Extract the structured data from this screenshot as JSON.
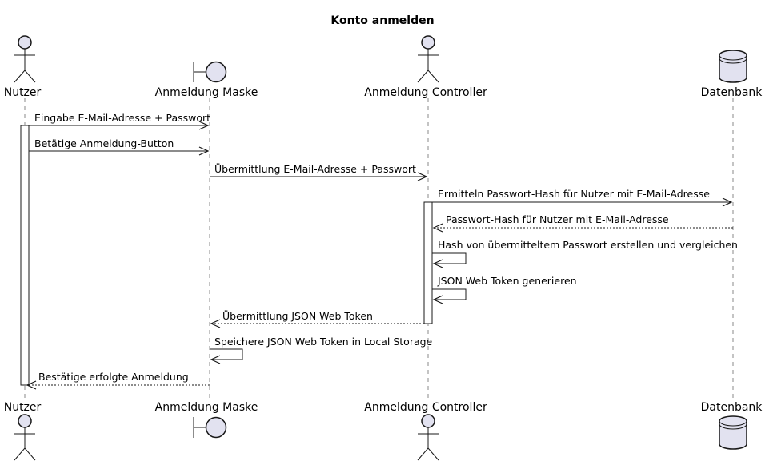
{
  "title": "Konto anmelden",
  "participants": [
    {
      "id": "nutzer",
      "label": "Nutzer",
      "type": "actor"
    },
    {
      "id": "maske",
      "label": "Anmeldung Maske",
      "type": "boundary"
    },
    {
      "id": "controller",
      "label": "Anmeldung Controller",
      "type": "actor"
    },
    {
      "id": "db",
      "label": "Datenbank",
      "type": "database"
    }
  ],
  "messages": [
    {
      "from": "nutzer",
      "to": "maske",
      "label": "Eingabe E-Mail-Adresse + Passwort",
      "style": "solid"
    },
    {
      "from": "nutzer",
      "to": "maske",
      "label": "Betätige Anmeldung-Button",
      "style": "solid"
    },
    {
      "from": "maske",
      "to": "controller",
      "label": "Übermittlung E-Mail-Adresse + Passwort",
      "style": "solid"
    },
    {
      "from": "controller",
      "to": "db",
      "label": "Ermitteln Passwort-Hash für Nutzer mit E-Mail-Adresse",
      "style": "solid"
    },
    {
      "from": "db",
      "to": "controller",
      "label": "Passwort-Hash für Nutzer mit E-Mail-Adresse",
      "style": "dashed"
    },
    {
      "from": "controller",
      "to": "controller",
      "label": "Hash von übermitteltem Passwort erstellen und vergleichen",
      "style": "self"
    },
    {
      "from": "controller",
      "to": "controller",
      "label": "JSON Web Token generieren",
      "style": "self"
    },
    {
      "from": "controller",
      "to": "maske",
      "label": "Übermittlung JSON Web Token",
      "style": "dashed"
    },
    {
      "from": "maske",
      "to": "maske",
      "label": "Speichere JSON Web Token in Local Storage",
      "style": "self"
    },
    {
      "from": "maske",
      "to": "nutzer",
      "label": "Bestätige erfolgte Anmeldung",
      "style": "dashed"
    }
  ],
  "colors": {
    "participant_fill": "#e2e2f0",
    "line": "#181818",
    "lifeline": "#8a8a8a"
  }
}
